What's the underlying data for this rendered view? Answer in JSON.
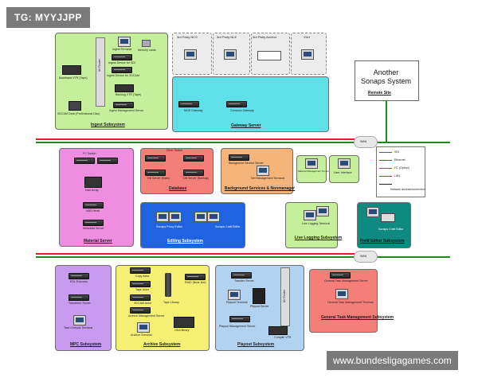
{
  "badge": "TG: MYYJJPP",
  "footer": "www.bundesligagames.com",
  "top_boxes": {
    "ncs": "3rd Party NCS",
    "nle": "3rd Party NLE",
    "archive": "3rd Party Archive",
    "vizrt": "Vizrt"
  },
  "another": {
    "line1": "Another",
    "line2": "Sonaps System",
    "link": "Remote Site"
  },
  "wan": "WAN",
  "ingest": {
    "title": "Ingest Subsystem",
    "router": "AV Router",
    "items": [
      "Ingest Terminal",
      "Memory cards",
      "Ingest Device for SDI",
      "Baseband VTR (Tape)",
      "Ingest Device for XDCAM",
      "Backlog VTR (Tape)",
      "Ingest Management Server",
      "XDCAM Deck (Professional Disc)"
    ]
  },
  "gateway": {
    "title": "Gateway Server",
    "items": [
      "MOS Gateway",
      "Common Gateway"
    ]
  },
  "legend": {
    "items": [
      "SDI",
      "Ethernet",
      "FC (Option)",
      "LAN",
      "Network access/connection"
    ]
  },
  "material": {
    "title": "Material Server",
    "items": [
      "FC Switch",
      "Disk Array",
      "NAS Head",
      "Metadata Server"
    ]
  },
  "database": {
    "title": "Database",
    "items": [
      "Ether Switch",
      "DB Server (Main)",
      "DB Server (Backup)"
    ]
  },
  "background": {
    "title": "Background Services & Nonmanager",
    "items": [
      "Background Service Server",
      "Net Management Terminal"
    ]
  },
  "small_right": {
    "items": [
      "Material Management Terminal",
      "User Interface"
    ]
  },
  "editing": {
    "title": "Editing Subsystem",
    "items": [
      "Sonaps Proxy Editor",
      "Sonaps Craft Editor"
    ]
  },
  "live": {
    "title": "Live Logging Subsystem",
    "items": [
      "Live Logging Terminal"
    ]
  },
  "field": {
    "title": "Field Editor Subsystem",
    "items": [
      "Sonaps Craft Editor"
    ]
  },
  "mpc": {
    "title": "MPC Subsystem",
    "items": [
      "EDL Executor",
      "Transform Server",
      "Task Console Terminal"
    ]
  },
  "archive_sub": {
    "title": "Archive Subsystem",
    "items": [
      "Copy Actor",
      "Tape Actor",
      "XDCAM Actor",
      "Archive Management Server",
      "Archive Terminal",
      "Tape Library",
      "RAID (Near-line)",
      "ODA library"
    ]
  },
  "playout": {
    "title": "Playout Subsystem",
    "router": "AV Router",
    "items": [
      "Transfer Server",
      "Playout Terminal",
      "Playout Server",
      "Playout Management Server",
      "Compile VTR"
    ]
  },
  "general": {
    "title": "General Task Management Subsystem",
    "items": [
      "General Task Management Server",
      "General Task Management Terminal"
    ]
  }
}
